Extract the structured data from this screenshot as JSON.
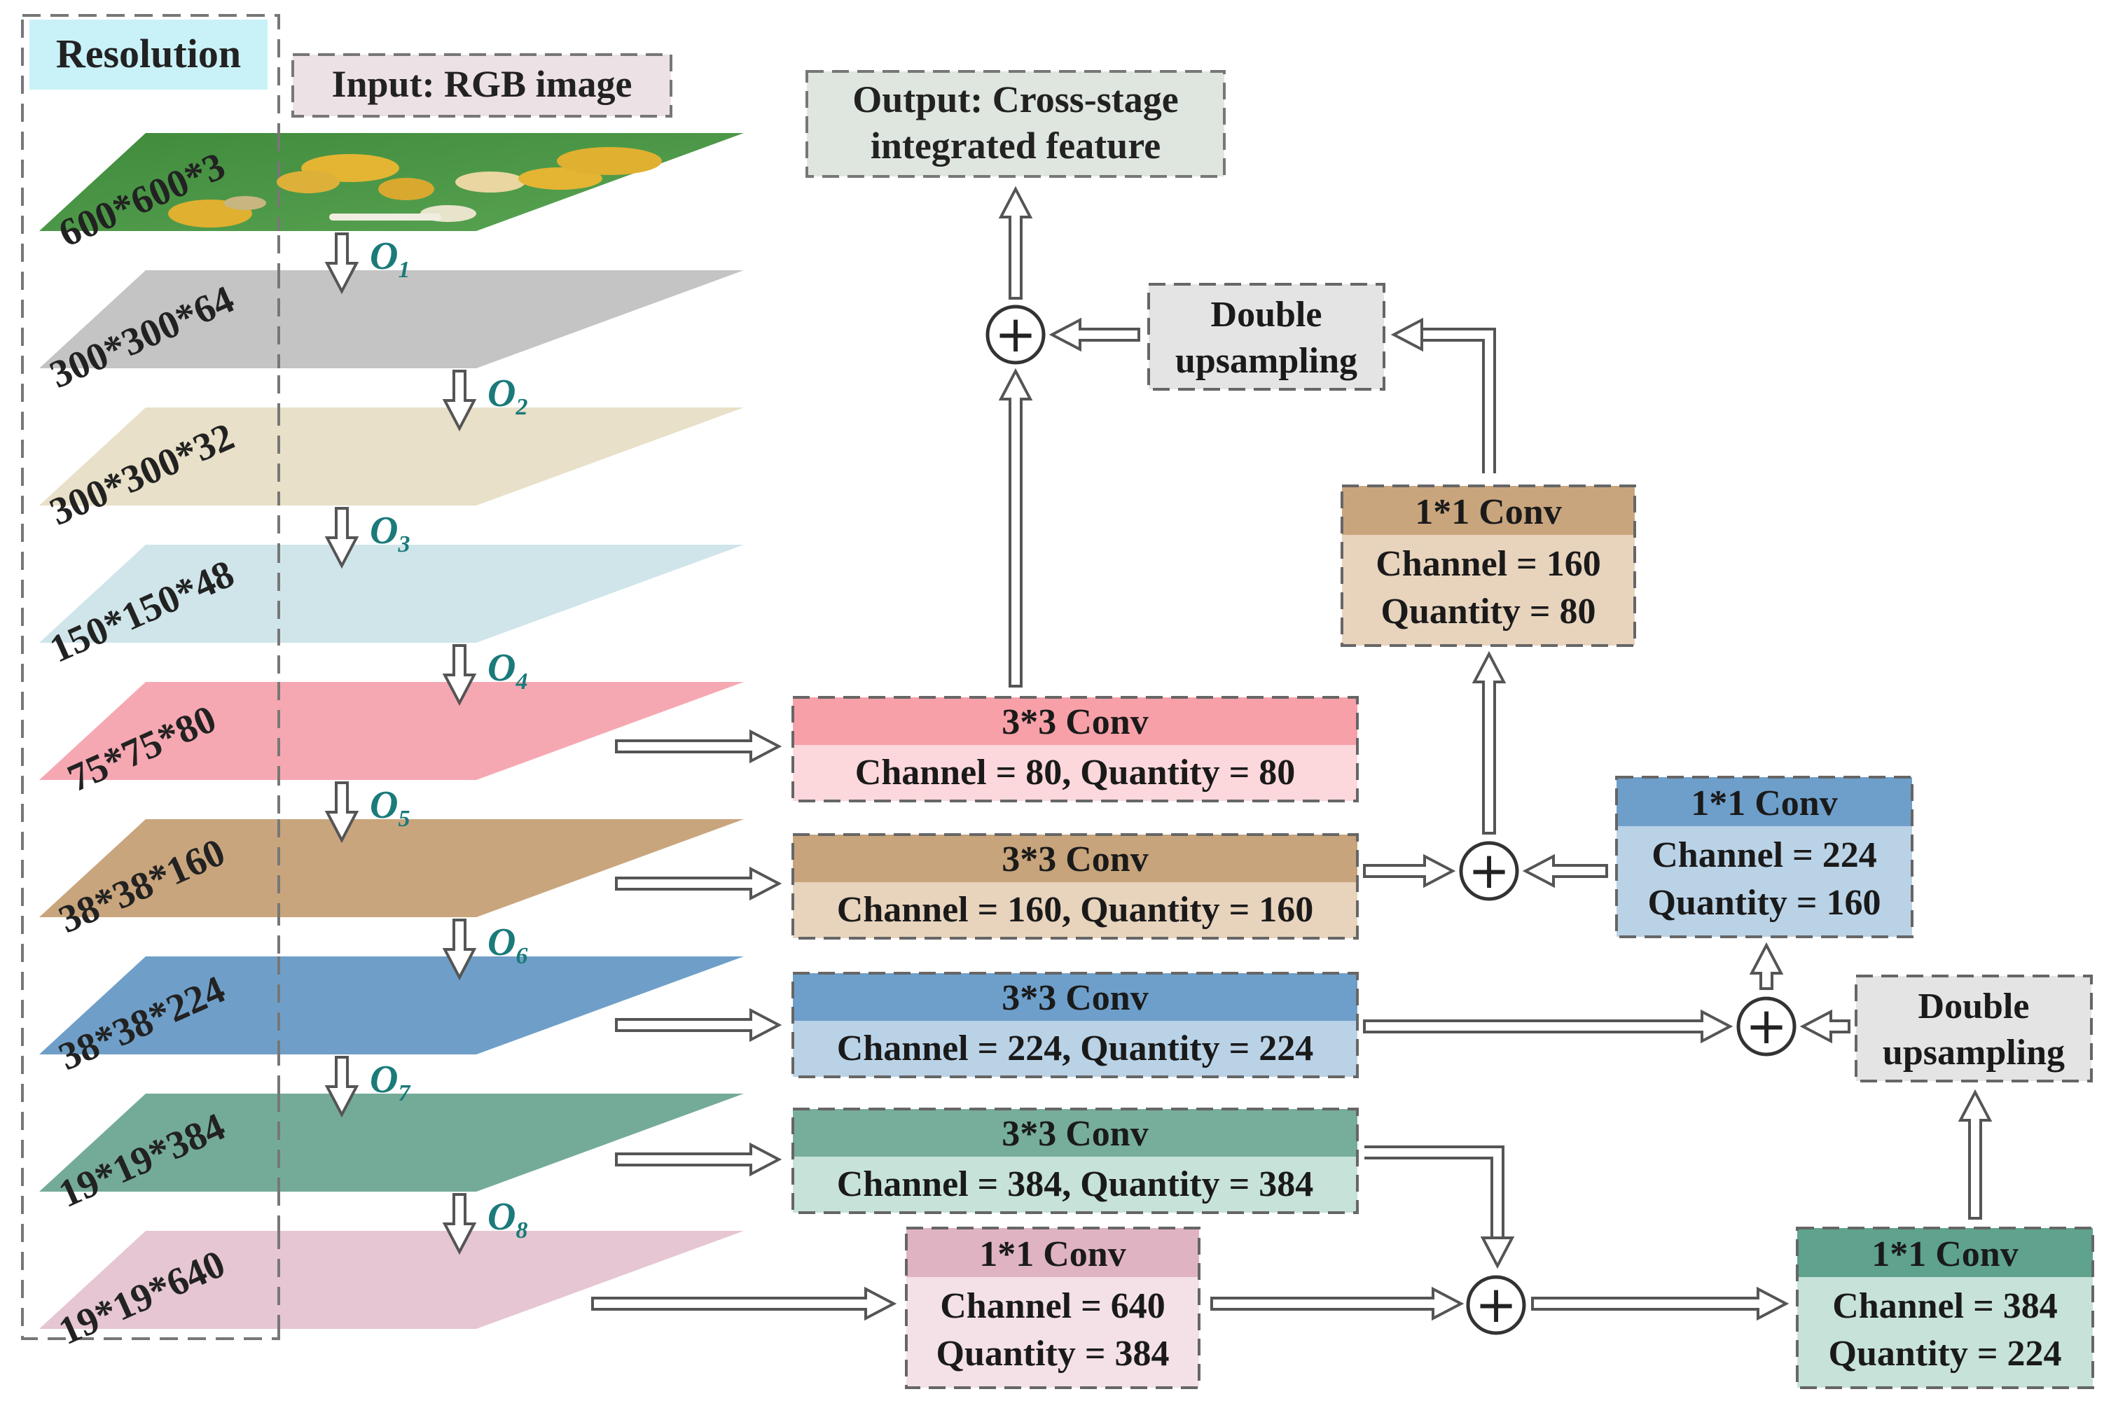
{
  "resolution_header": "Resolution",
  "input_label": "Input: RGB image",
  "output_label": [
    "Output: Cross-stage",
    "integrated feature"
  ],
  "layers": [
    {
      "resolution": "600*600*3",
      "color": "#4f9a4a"
    },
    {
      "resolution": "300*300*64",
      "color": "#c4c4c4",
      "op": "O",
      "op_sub": "1"
    },
    {
      "resolution": "300*300*32",
      "color": "#e8e0c8",
      "op": "O",
      "op_sub": "2"
    },
    {
      "resolution": "150*150*48",
      "color": "#cfe5ea",
      "op": "O",
      "op_sub": "3"
    },
    {
      "resolution": "75*75*80",
      "color": "#f6a8b2",
      "op": "O",
      "op_sub": "4"
    },
    {
      "resolution": "38*38*160",
      "color": "#c9a57d",
      "op": "O",
      "op_sub": "5"
    },
    {
      "resolution": "38*38*224",
      "color": "#6f9fc8",
      "op": "O",
      "op_sub": "6"
    },
    {
      "resolution": "19*19*384",
      "color": "#74ab98",
      "op": "O",
      "op_sub": "7"
    },
    {
      "resolution": "19*19*640",
      "color": "#e5c6d2",
      "op": "O",
      "op_sub": "8"
    }
  ],
  "conv3": [
    {
      "title": "3*3 Conv",
      "body": "Channel = 80, Quantity = 80",
      "head": "#f7a0a8",
      "fill": "#fcd8dc"
    },
    {
      "title": "3*3 Conv",
      "body": "Channel = 160, Quantity = 160",
      "head": "#c7a47c",
      "fill": "#e8d3bd"
    },
    {
      "title": "3*3 Conv",
      "body": "Channel = 224, Quantity = 224",
      "head": "#6e9fca",
      "fill": "#bad2e6"
    },
    {
      "title": "3*3 Conv",
      "body": "Channel = 384, Quantity = 384",
      "head": "#77ad9b",
      "fill": "#c7e2d9"
    }
  ],
  "conv1": [
    {
      "id": "c640",
      "title": "1*1 Conv",
      "line1": "Channel = 640",
      "line2": "Quantity = 384",
      "head": "#e0b3c3",
      "fill": "#f4e1e8"
    },
    {
      "id": "c384",
      "title": "1*1 Conv",
      "line1": "Channel = 384",
      "line2": "Quantity = 224",
      "head": "#5fa38f",
      "fill": "#c7e2d9"
    },
    {
      "id": "c224",
      "title": "1*1 Conv",
      "line1": "Channel = 224",
      "line2": "Quantity = 160",
      "head": "#6e9fca",
      "fill": "#bad2e6"
    },
    {
      "id": "c160",
      "title": "1*1 Conv",
      "line1": "Channel = 160",
      "line2": "Quantity = 80",
      "head": "#c9a57d",
      "fill": "#e8d3bd"
    }
  ],
  "upsampling": [
    "Double",
    "upsampling"
  ],
  "plus_symbol": "+",
  "colors": {
    "resolution_header_bg": "#c9f2f8",
    "input_bg": "#ece2e6",
    "output_bg": "#dfe6df",
    "upsample_bg": "#e4e4e4",
    "op_text": "#1b7a7a"
  }
}
